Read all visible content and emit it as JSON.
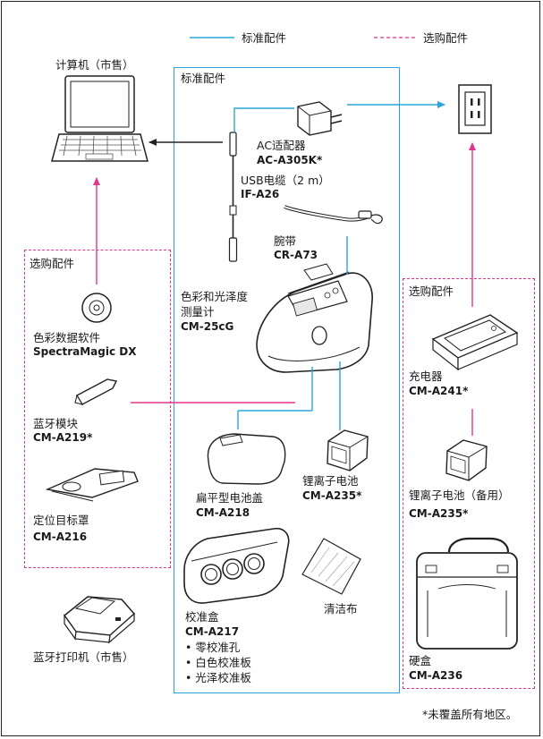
{
  "legend": {
    "standard_label": "标准配件",
    "optional_label": "选购配件",
    "standard_color": "#2aa6d9",
    "optional_color": "#e0368f"
  },
  "computer_label": "计算机（市售）",
  "standard_box_title": "标准配件",
  "left_optional_title": "选购配件",
  "right_optional_title": "选购配件",
  "ac_adapter": {
    "name": "AC适配器",
    "model": "AC-A305K*"
  },
  "usb_cable": {
    "name": "USB电缆（2 m）",
    "model": "IF-A26"
  },
  "wrist_strap": {
    "name": "腕带",
    "model": "CR-A73"
  },
  "instrument": {
    "name_line1": "色彩和光泽度",
    "name_line2": "测量计",
    "model": "CM-25cG"
  },
  "software": {
    "name": "色彩数据软件",
    "model": "SpectraMagic DX"
  },
  "bluetooth_module": {
    "name": "蓝牙模块",
    "model": "CM-A219*"
  },
  "target_mask": {
    "name": "定位目标罩",
    "model": "CM-A216"
  },
  "bluetooth_printer": {
    "name": "蓝牙打印机（市售）"
  },
  "battery_cover": {
    "name": "扁平型电池盖",
    "model": "CM-A218"
  },
  "battery": {
    "name": "锂离子电池",
    "model": "CM-A235*"
  },
  "calibration_box": {
    "name": "校准盒",
    "model": "CM-A217",
    "items": [
      "• 零校准孔",
      "• 白色校准板",
      "• 光泽校准板"
    ]
  },
  "cleaning_cloth": {
    "name": "清洁布"
  },
  "charger": {
    "name": "充电器",
    "model": "CM-A241*"
  },
  "spare_battery": {
    "name": "锂离子电池（备用）",
    "model": "CM-A235*"
  },
  "hard_case": {
    "name": "硬盒",
    "model": "CM-A236"
  },
  "footnote": "*未覆盖所有地区。"
}
